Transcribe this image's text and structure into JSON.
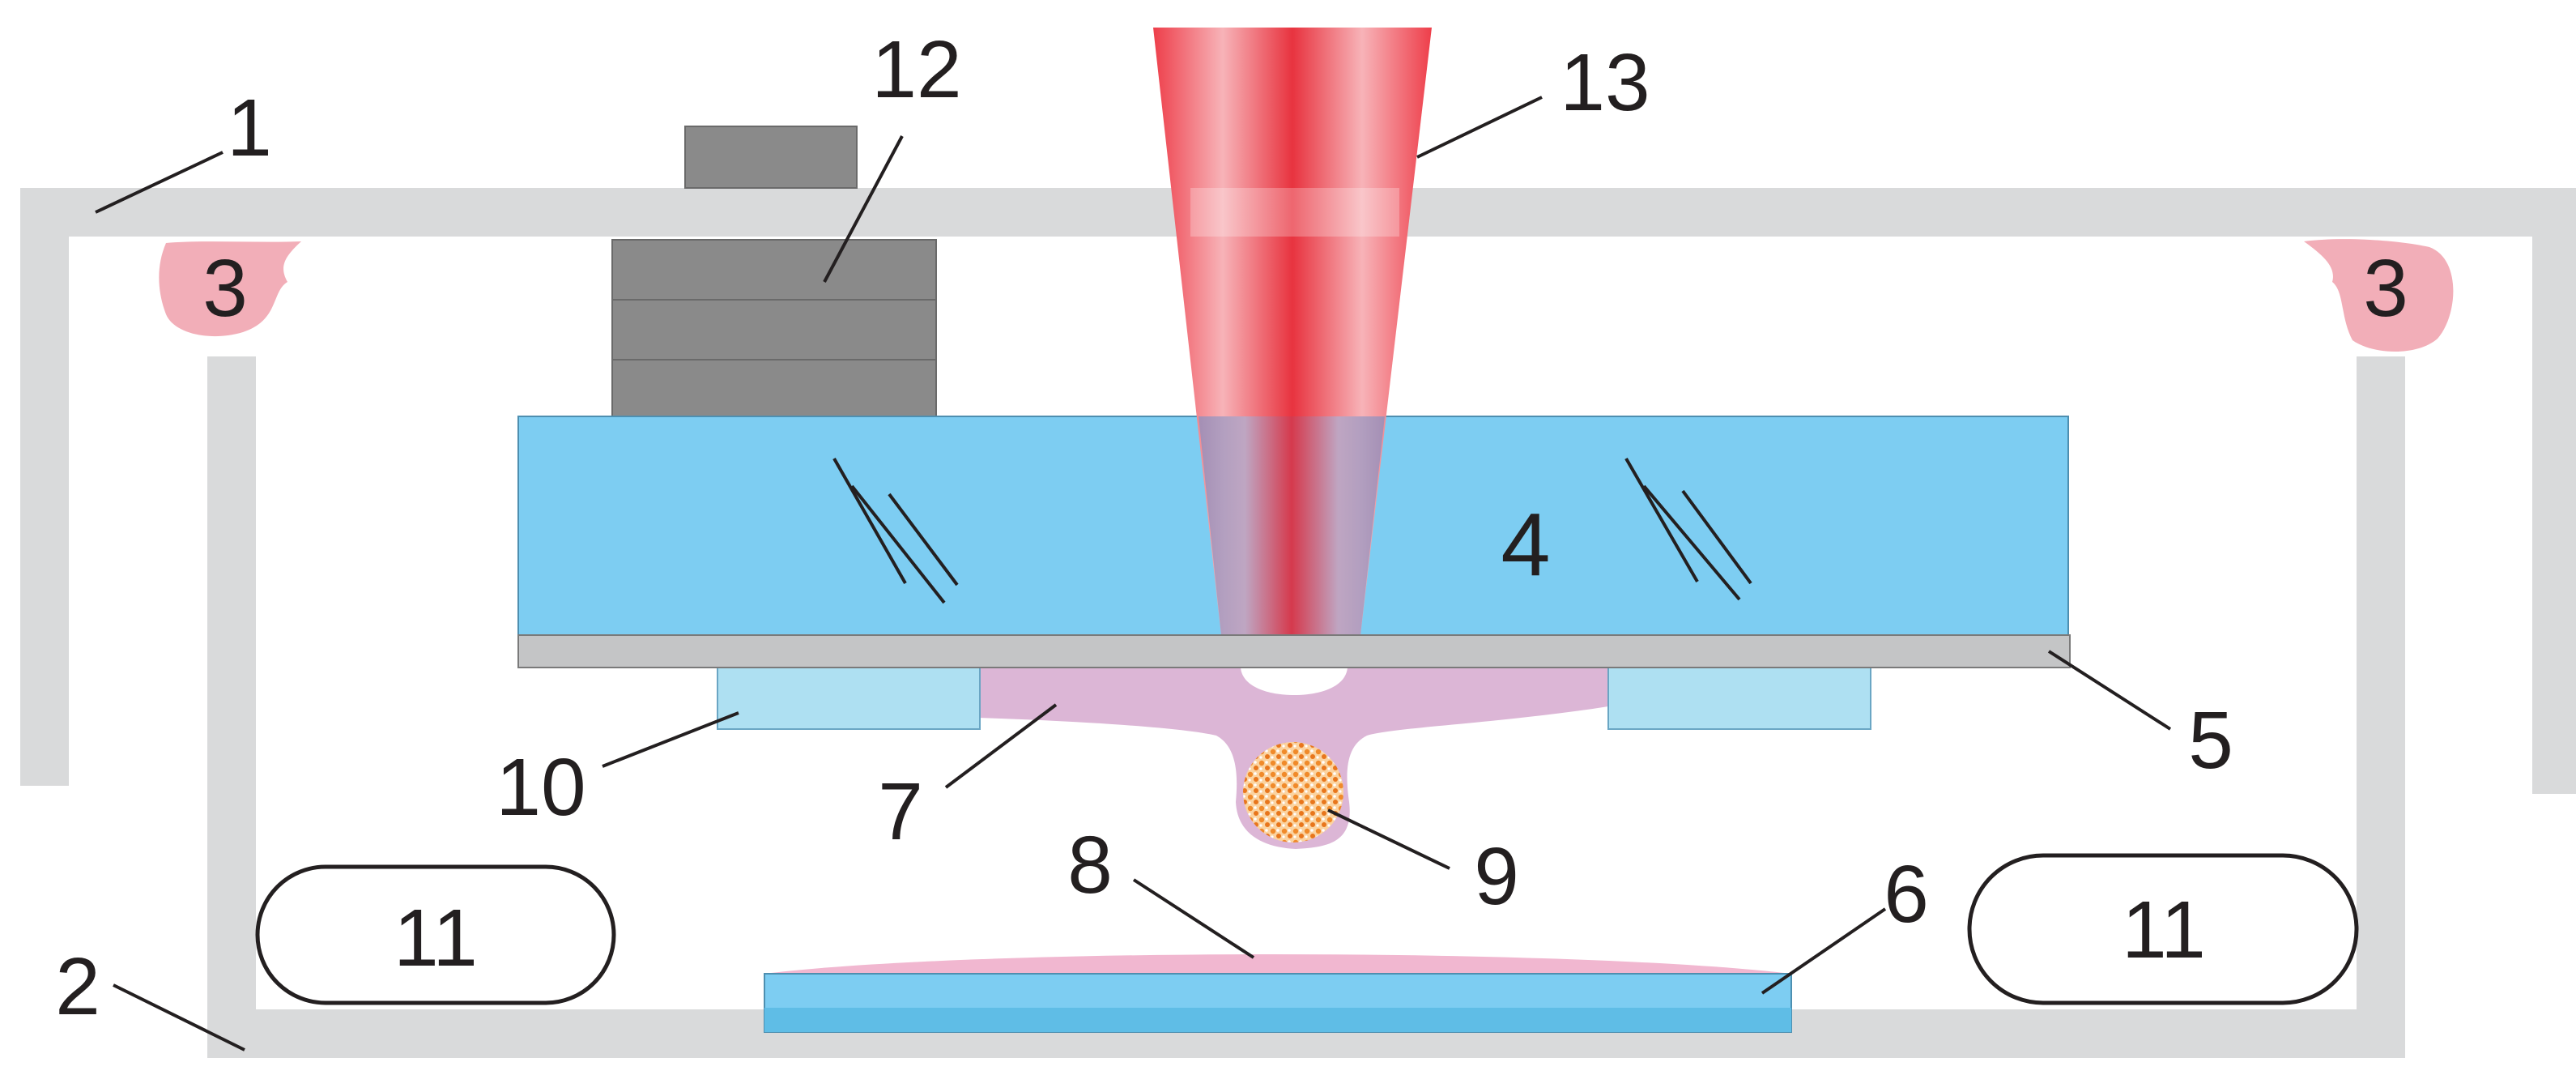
{
  "labels": {
    "l1": "1",
    "l2": "2",
    "l3a": "3",
    "l3b": "3",
    "l4": "4",
    "l5": "5",
    "l6": "6",
    "l7": "7",
    "l8": "8",
    "l9": "9",
    "l10": "10",
    "l11a": "11",
    "l11b": "11",
    "l12": "12",
    "l13": "13"
  },
  "colors": {
    "frame": "#d9dadb",
    "glass": "#7dcdf2",
    "glass_light": "#aee0f2",
    "plate": "#c4c5c6",
    "stack": "#8a8a8a",
    "droplet": "#dcb6d6",
    "film": "#f1b7d0",
    "pad": "#f2aeb8",
    "laser": "#ee3e4a",
    "particle": "#f08a2a",
    "ink": "#231f20"
  }
}
